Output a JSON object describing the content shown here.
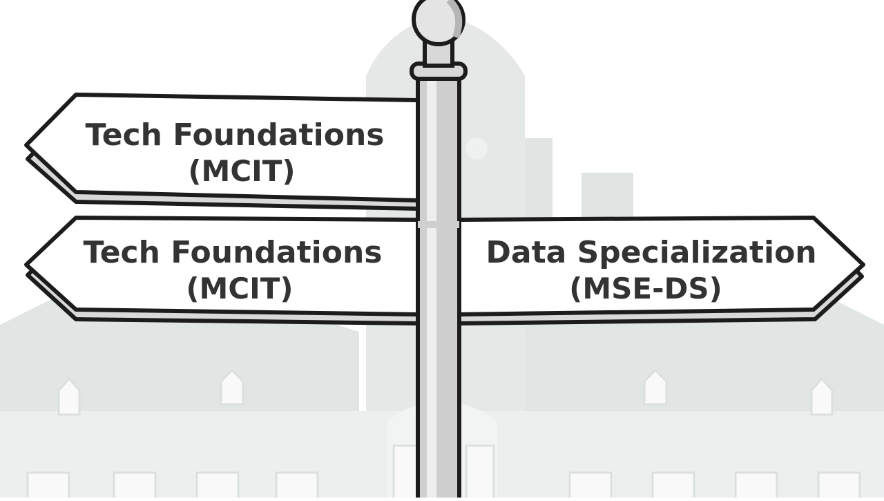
{
  "signs": [
    {
      "direction": "left",
      "line1": "Tech Foundations",
      "line2": "(MCIT)"
    },
    {
      "direction": "left",
      "line1": "Tech Foundations",
      "line2": "(MCIT)"
    },
    {
      "direction": "right",
      "line1": "Data Specialization",
      "line2": "(MSE-DS)"
    }
  ],
  "colors": {
    "background": "#ffffff",
    "building": "#dfe3e2",
    "building_dark": "#cfd4d2",
    "outline": "#1c1c1c",
    "sign_fill": "#ffffff",
    "sign_shadow": "#d9d9d9",
    "pole_fill": "#cfcfcf",
    "pole_highlight": "#eeeeee",
    "text": "#333333"
  }
}
